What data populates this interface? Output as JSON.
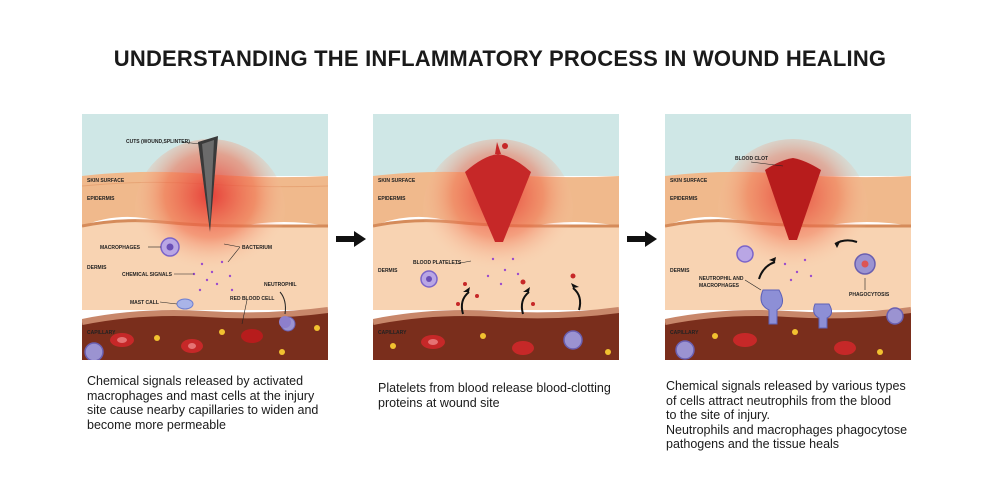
{
  "title": "UNDERSTANDING THE INFLAMMATORY PROCESS IN WOUND HEALING",
  "side_id": "526963209",
  "colors": {
    "sky": "#cfe7e6",
    "epidermis": "#f2c196",
    "dermis": "#f9d6b6",
    "capillary": "#7a2e1c",
    "wound": "#c62828",
    "cell_purple": "#9b93d1"
  },
  "panels": [
    {
      "labels": {
        "cuts": "CUTS (WOUND,SPLINTER)",
        "skin_surface": "SKIN SURFACE",
        "epidermis": "EPIDERMIS",
        "macrophages": "MACROPHAGES",
        "bacterium": "BACTERIUM",
        "dermis": "DERMIS",
        "chemical_signals": "CHEMICAL SIGNALS",
        "neutrophil": "NEUTROPHIL",
        "mast_call": "MAST CALL",
        "red_blood_cell": "RED BLOOD CELL",
        "capillary": "CAPILLARY"
      },
      "caption": [
        "Chemical signals released by activated",
        "macrophages and mast cells at the injury",
        "site cause nearby capillaries to widen and",
        "become more permeable"
      ]
    },
    {
      "labels": {
        "skin_surface": "SKIN SURFACE",
        "epidermis": "EPIDERMIS",
        "dermis": "DERMIS",
        "blood_platelets": "BLOOD PLATELETS",
        "capillary": "CAPILLARY"
      },
      "caption": [
        "Platelets from blood release blood-clotting",
        "proteins at wound site"
      ]
    },
    {
      "labels": {
        "blood_clot": "BLOOD CLOT",
        "skin_surface": "SKIN SURFACE",
        "epidermis": "EPIDERMIS",
        "dermis": "DERMIS",
        "neutrophil_macrophages_1": "NEUTROPHIL AND",
        "neutrophil_macrophages_2": "MACROPHAGES",
        "phagocytosis": "PHAGOCYTOSIS",
        "capillary": "CAPILLARY"
      },
      "caption": [
        "Chemical signals released by various types",
        "of cells attract neutrophils from the blood",
        "to the site of injury.",
        "Neutrophils and macrophages phagocytose",
        "pathogens and the tissue heals"
      ]
    }
  ]
}
